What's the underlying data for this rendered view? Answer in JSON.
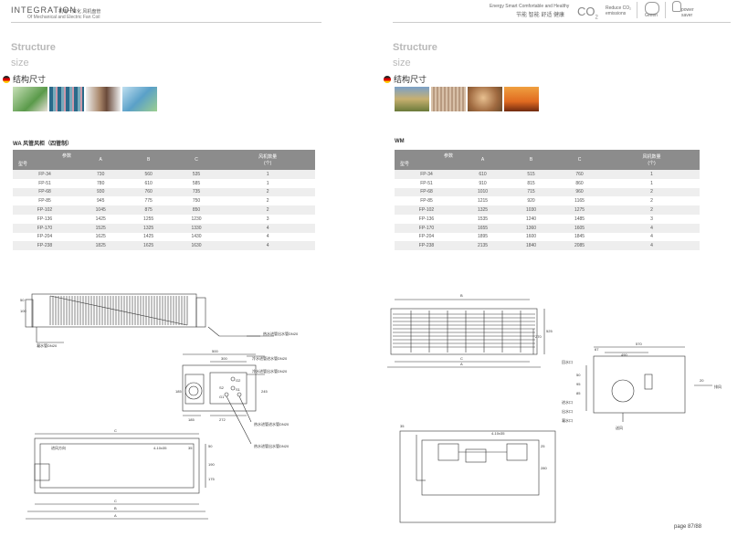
{
  "header": {
    "brand_prefix": "I",
    "brand_rest": "NTEGRATION",
    "brand_sub": "Of Mechanical and Electric Fan Coil",
    "brand_cn": "机电一体化 风机盘管",
    "tagline_en": "Energy Smart Comfortable and Healthy",
    "tagline_cn": "节能 智能 舒适 健康",
    "co2": "CO",
    "co2_sub": "2",
    "reduce": "Reduce CO₂",
    "emissions": "emissions",
    "green": "Green",
    "power": "power",
    "saver": "saver"
  },
  "left": {
    "title": "Structure",
    "size": "size",
    "cn_size": "结构尺寸",
    "table_caption": "WA 风管风柜（四管制）",
    "col_corner_top": "参数",
    "col_corner_bottom": "型号",
    "columns": [
      "A",
      "B",
      "C",
      "风机数量\n(个)"
    ],
    "rows": [
      [
        "FP-34",
        "730",
        "560",
        "535",
        "1"
      ],
      [
        "FP-51",
        "780",
        "610",
        "585",
        "1"
      ],
      [
        "FP-68",
        "930",
        "760",
        "735",
        "2"
      ],
      [
        "FP-85",
        "945",
        "775",
        "750",
        "2"
      ],
      [
        "FP-102",
        "1045",
        "875",
        "850",
        "2"
      ],
      [
        "FP-136",
        "1425",
        "1255",
        "1230",
        "3"
      ],
      [
        "FP-170",
        "1525",
        "1325",
        "1330",
        "4"
      ],
      [
        "FP-204",
        "1625",
        "1425",
        "1430",
        "4"
      ],
      [
        "FP-238",
        "1825",
        "1625",
        "1630",
        "4"
      ]
    ],
    "labels": {
      "drain": "凝水管DN20",
      "in_water": "冷水进管进水管DN20",
      "out_water": "冷水进管出水管DN20",
      "hot_out": "热水进管出水管DN20",
      "hot_in": "热水进管进水管DN20",
      "dim500": "500",
      "dim300": "300",
      "dim185": "185",
      "dim272": "272",
      "dim245": "245",
      "g1": "G1",
      "g2": "G2",
      "s1": "S1",
      "s2": "S2",
      "holes": "4-10x35",
      "inlet": "进风方向",
      "dimC": "C",
      "dimB": "B",
      "dimA": "A",
      "d35": "35",
      "d50": "50",
      "d100": "100",
      "d175": "175",
      "d190": "190"
    }
  },
  "right": {
    "title": "Structure",
    "size": "size",
    "cn_size": "结构尺寸",
    "table_caption": "WM",
    "col_corner_top": "参数",
    "col_corner_bottom": "型号",
    "columns": [
      "A",
      "B",
      "C",
      "风机数量\n(个)"
    ],
    "rows": [
      [
        "FP-34",
        "610",
        "515",
        "760",
        "1"
      ],
      [
        "FP-51",
        "910",
        "815",
        "860",
        "1"
      ],
      [
        "FP-68",
        "1010",
        "715",
        "960",
        "2"
      ],
      [
        "FP-85",
        "1215",
        "920",
        "1165",
        "2"
      ],
      [
        "FP-102",
        "1325",
        "1030",
        "1275",
        "2"
      ],
      [
        "FP-136",
        "1535",
        "1240",
        "1485",
        "3"
      ],
      [
        "FP-170",
        "1655",
        "1360",
        "1605",
        "4"
      ],
      [
        "FP-204",
        "1895",
        "1600",
        "1845",
        "4"
      ],
      [
        "FP-238",
        "2135",
        "1840",
        "2085",
        "4"
      ]
    ],
    "labels": {
      "dimB": "B",
      "dimC": "C",
      "dimA": "A",
      "d525": "525",
      "d270": "270",
      "d570": "570",
      "d490": "490",
      "d67": "67",
      "d50": "50",
      "d95": "95",
      "d85": "85",
      "d35": "35",
      "d280": "280",
      "d20": "20",
      "d25": "25",
      "holes": "4-10x35",
      "ret": "回水口",
      "supply": "进水口",
      "out_water": "出水口",
      "drain": "凝水口",
      "air": "排风",
      "air2": "送风"
    }
  },
  "footer": {
    "page": "page 87/88"
  }
}
